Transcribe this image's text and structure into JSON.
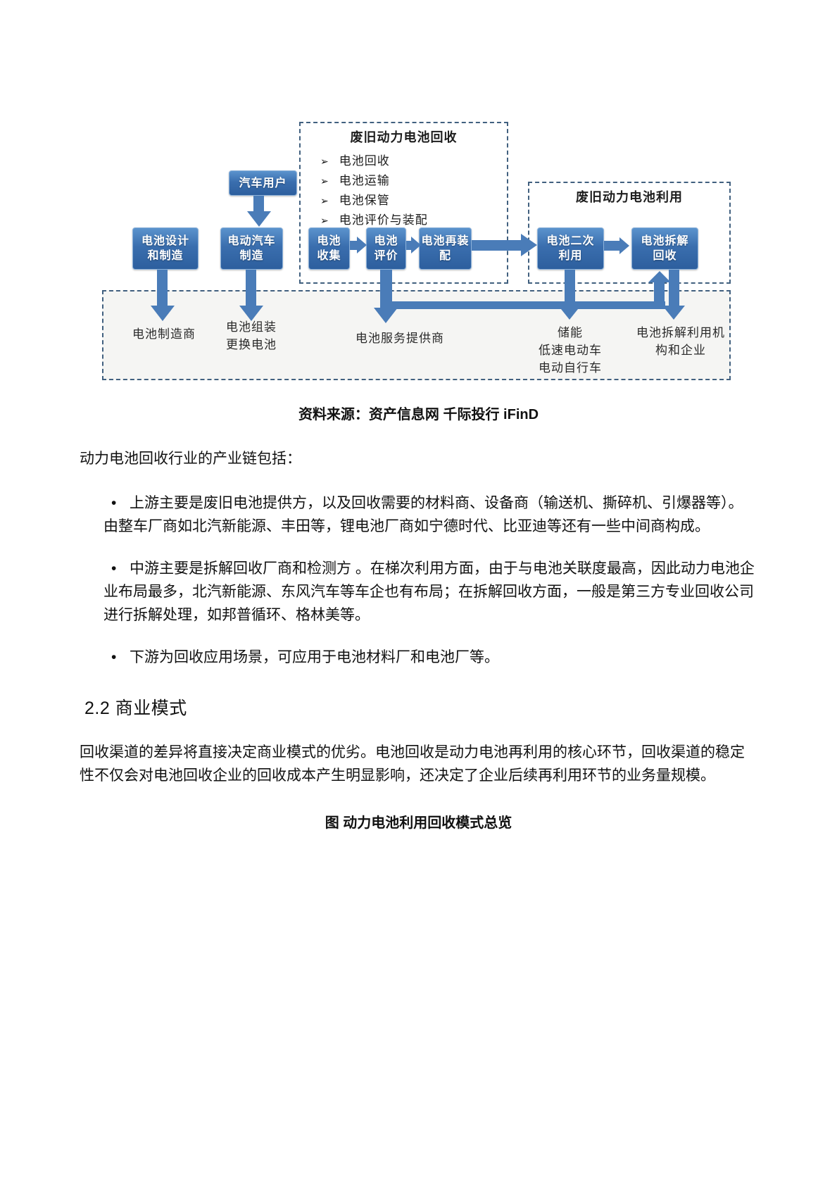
{
  "document": {
    "source_caption": "资料来源：资产信息网 千际投行 iFinD",
    "intro_paragraph": "动力电池回收行业的产业链包括：",
    "bullet_marker": "•",
    "bullets": [
      "上游主要是废旧电池提供方，以及回收需要的材料商、设备商（输送机、撕碎机、引爆器等）。由整车厂商如北汽新能源、丰田等，锂电池厂商如宁德时代、比亚迪等还有一些中间商构成。",
      "中游主要是拆解回收厂商和检测方 。在梯次利用方面，由于与电池关联度最高，因此动力电池企业布局最多，北汽新能源、东风汽车等车企也有布局；在拆解回收方面，一般是第三方专业回收公司进行拆解处理，如邦普循环、格林美等。",
      "下游为回收应用场景，可应用于电池材料厂和电池厂等。"
    ],
    "section_heading": "2.2 商业模式",
    "body_paragraph": "回收渠道的差异将直接决定商业模式的优劣。电池回收是动力电池再利用的核心环节，回收渠道的稳定性不仅会对电池回收企业的回收成本产生明显影响，还决定了企业后续再利用环节的业务量规模。",
    "figure_caption": "图 动力电池利用回收模式总览"
  },
  "diagram": {
    "recycle_group": {
      "title": "废旧动力电池回收",
      "item_marker": "➢",
      "items": [
        "电池回收",
        "电池运输",
        "电池保管",
        "电池评价与装配"
      ]
    },
    "reuse_group": {
      "title": "废旧动力电池利用"
    },
    "boxes": {
      "car_user": "汽车用户",
      "battery_design": "电池设计\n和制造",
      "ev_manufacture": "电动汽车\n制造",
      "battery_collect": "电池\n收集",
      "battery_evaluate": "电池\n评价",
      "battery_repack": "电池再装\n配",
      "battery_second_use": "电池二次\n利用",
      "battery_dismantle": "电池拆解\n回收"
    },
    "bottom_labels": {
      "battery_manufacturer": "电池制造商",
      "battery_assembly": "电池组装\n更换电池",
      "battery_service": "电池服务提供商",
      "energy_storage": "储能\n低速电动车\n电动自行车",
      "dismantle_org": "电池拆解利用机\n构和企业"
    },
    "colors": {
      "box_gradient_top": "#5b93cd",
      "box_gradient_bottom": "#2d5f9e",
      "arrow_fill": "#4a7cb8",
      "dashed_border": "#41607f",
      "bottom_panel_bg": "#f5f5f3"
    }
  }
}
